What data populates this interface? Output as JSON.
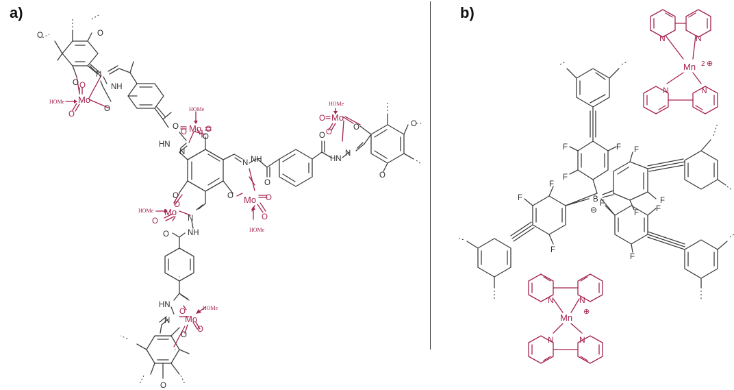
{
  "panels": {
    "a": {
      "label": "a)"
    },
    "b": {
      "label": "b)"
    }
  },
  "atoms": {
    "O": "O",
    "N": "N",
    "NH": "NH",
    "HN": "HN",
    "Mo": "Mo",
    "HOMe": "HOMe",
    "F": "F",
    "B": "B",
    "Mn": "Mn",
    "mn_charge_top": "2",
    "minus": "⊖",
    "plus": "⊕"
  },
  "colors": {
    "ink": "#3c3c3c",
    "metal": "#a3224e",
    "background": "#ffffff"
  }
}
